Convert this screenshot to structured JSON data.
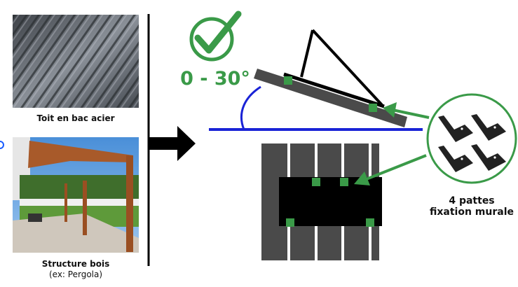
{
  "left": {
    "photo1_caption": "Toit en bac acier",
    "photo2_caption": "Structure bois",
    "photo2_subcaption": "(ex: Pergola)"
  },
  "angle": {
    "label": "0 - 30°",
    "icon": "check-circle-icon"
  },
  "brackets": {
    "line1": "4 pattes",
    "line2": "fixation murale"
  },
  "colors": {
    "green": "#3a9a48",
    "blue": "#1a23d6",
    "panel": "#4a4a4a"
  }
}
